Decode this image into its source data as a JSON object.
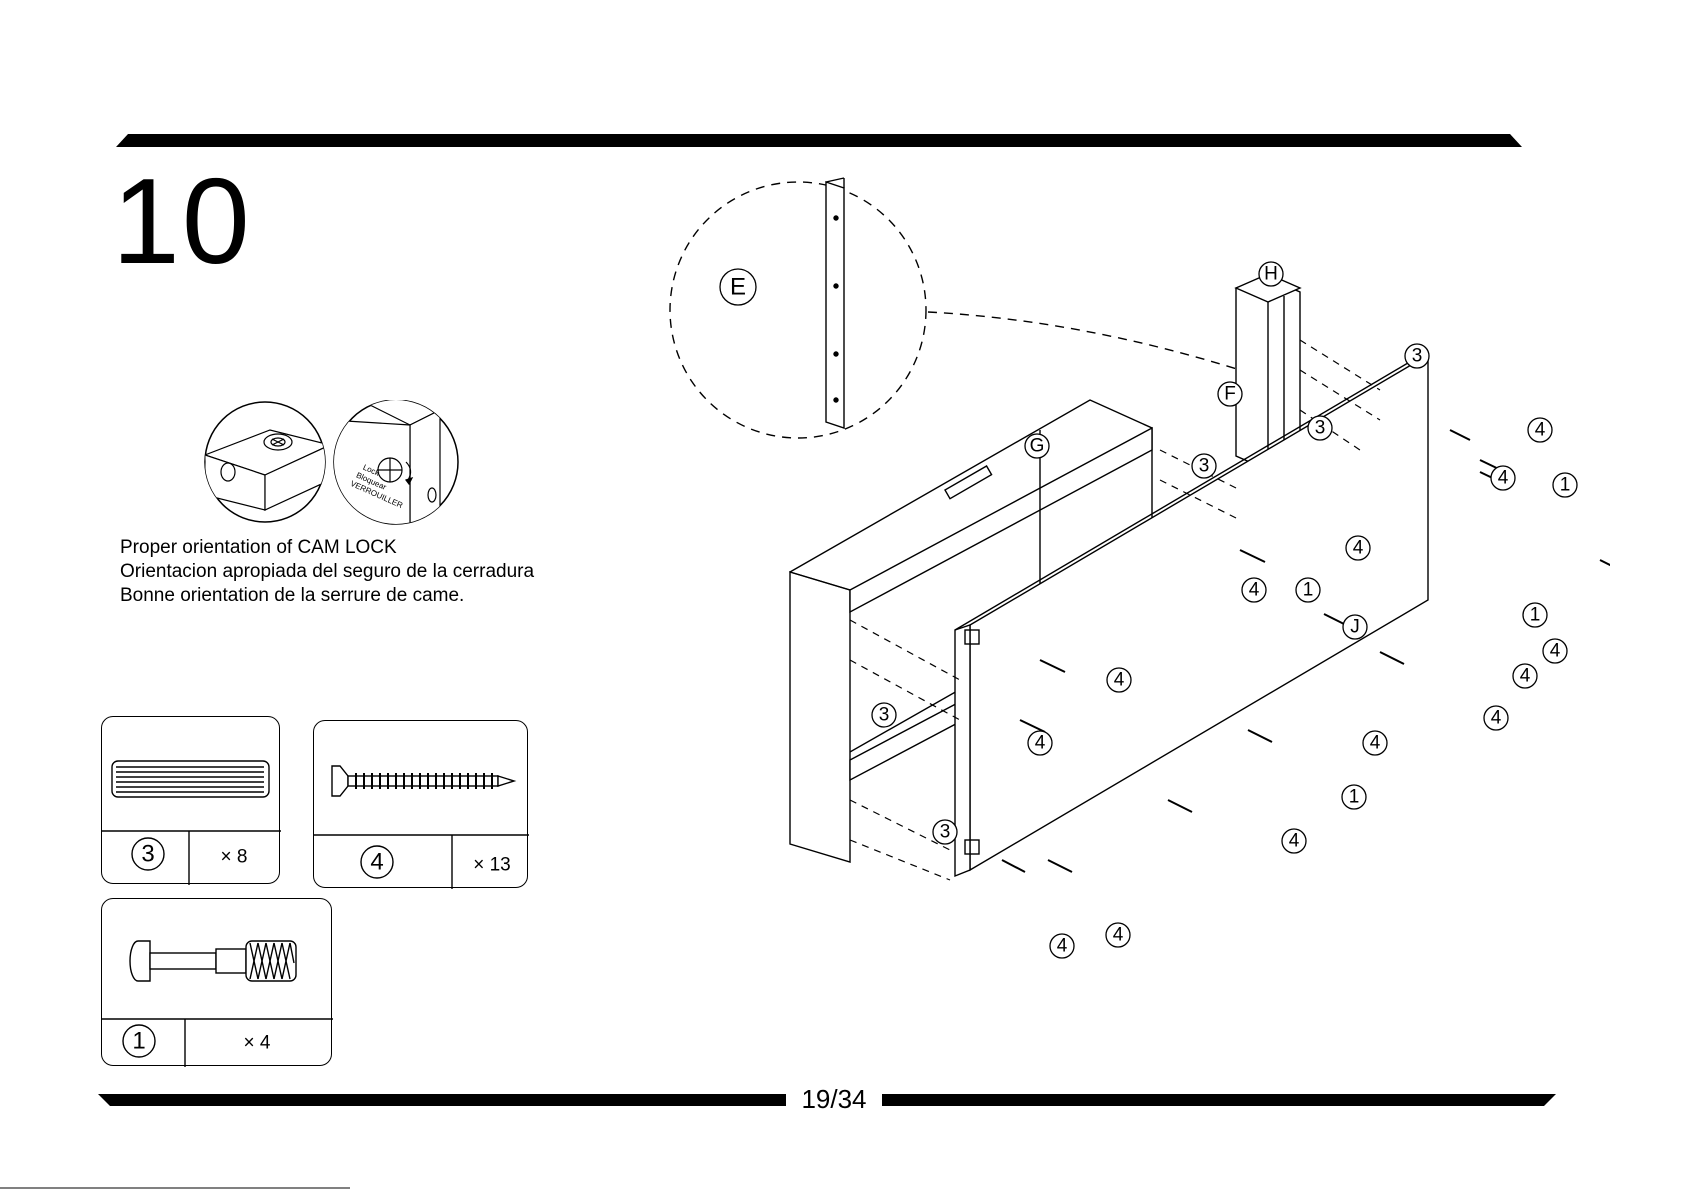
{
  "step": {
    "number": "10"
  },
  "cam_lock": {
    "label_lock": "Lock",
    "label_bloquear": "Bloquear",
    "label_verrouiller": "VERROUILLER",
    "caption_en": "Proper orientation of CAM LOCK",
    "caption_es": "Orientacion apropiada del seguro de la cerradura",
    "caption_fr": "Bonne orientation de la serrure de came."
  },
  "hardware": [
    {
      "id": "3",
      "qty": "× 8",
      "icon": "wood-dowel-icon"
    },
    {
      "id": "4",
      "qty": "× 13",
      "icon": "screw-icon"
    },
    {
      "id": "1",
      "qty": "× 4",
      "icon": "cam-bolt-icon"
    }
  ],
  "panels": {
    "E": "E",
    "F": "F",
    "G": "G",
    "H": "H",
    "J": "J"
  },
  "callouts": {
    "dowel": "3",
    "screw": "4",
    "cam_bolt": "1"
  },
  "footer": {
    "page": "19/34"
  }
}
